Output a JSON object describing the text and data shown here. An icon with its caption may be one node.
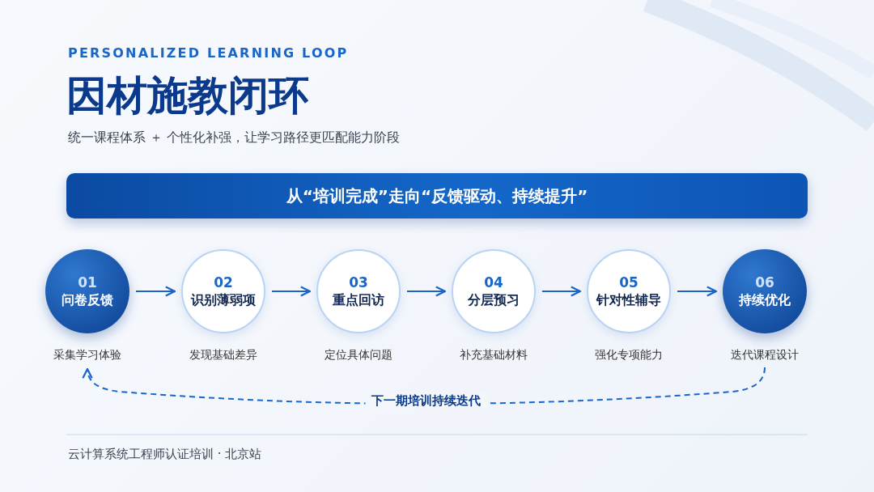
{
  "diagram": {
    "title": "因材施教闭环",
    "nodes": [
      {
        "text": [
          "从“培训完成”走向“反馈驱动、持续提升”"
        ]
      },
      {
        "text": [
          "01",
          "问卷反馈"
        ],
        "beside": [
          "采集学习体验"
        ]
      },
      {
        "text": [
          "02",
          "识别薄弱项"
        ],
        "beside": [
          "发现基础差异"
        ]
      },
      {
        "text": [
          "03",
          "重点回访"
        ],
        "beside": [
          "定位具体问题"
        ]
      },
      {
        "text": [
          "04",
          "分层预习"
        ],
        "beside": [
          "补充基础材料"
        ]
      },
      {
        "text": [
          "05",
          "针对性辅导"
        ],
        "beside": [
          "强化专项能力"
        ]
      },
      {
        "text": [
          "06",
          "持续优化"
        ],
        "beside": [
          "迭代课程设计"
        ]
      }
    ],
    "edges": [
      {
        "from": 1,
        "to": 2,
        "arrow": "to"
      },
      {
        "from": 2,
        "to": 3,
        "arrow": "to"
      },
      {
        "from": 3,
        "to": 4,
        "arrow": "to"
      },
      {
        "from": 4,
        "to": 5,
        "arrow": "to"
      },
      {
        "from": 5,
        "to": 6,
        "arrow": "to"
      },
      {
        "from": 6,
        "to": 1,
        "arrow": "to",
        "style": "dashed",
        "label": "下一期培训持续迭代"
      }
    ],
    "labels": [
      "PERSONALIZED LEARNING LOOP",
      "统一课程体系 ＋ 个性化补强，让学习路径更匹配能力阶段",
      "云计算系统工程师认证培训 · 北京站"
    ]
  }
}
